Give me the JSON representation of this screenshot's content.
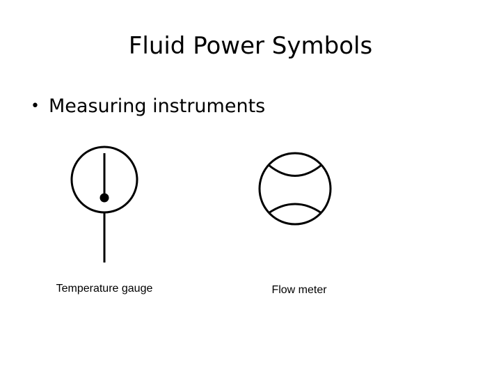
{
  "slide": {
    "title": "Fluid Power Symbols",
    "bullet": "Measuring instruments"
  },
  "symbols": [
    {
      "name": "temperature-gauge",
      "label": "Temperature gauge",
      "icon": "temperature-gauge-icon"
    },
    {
      "name": "flow-meter",
      "label": "Flow meter",
      "icon": "flow-meter-icon"
    }
  ],
  "colors": {
    "stroke": "#000000",
    "background": "#ffffff"
  }
}
